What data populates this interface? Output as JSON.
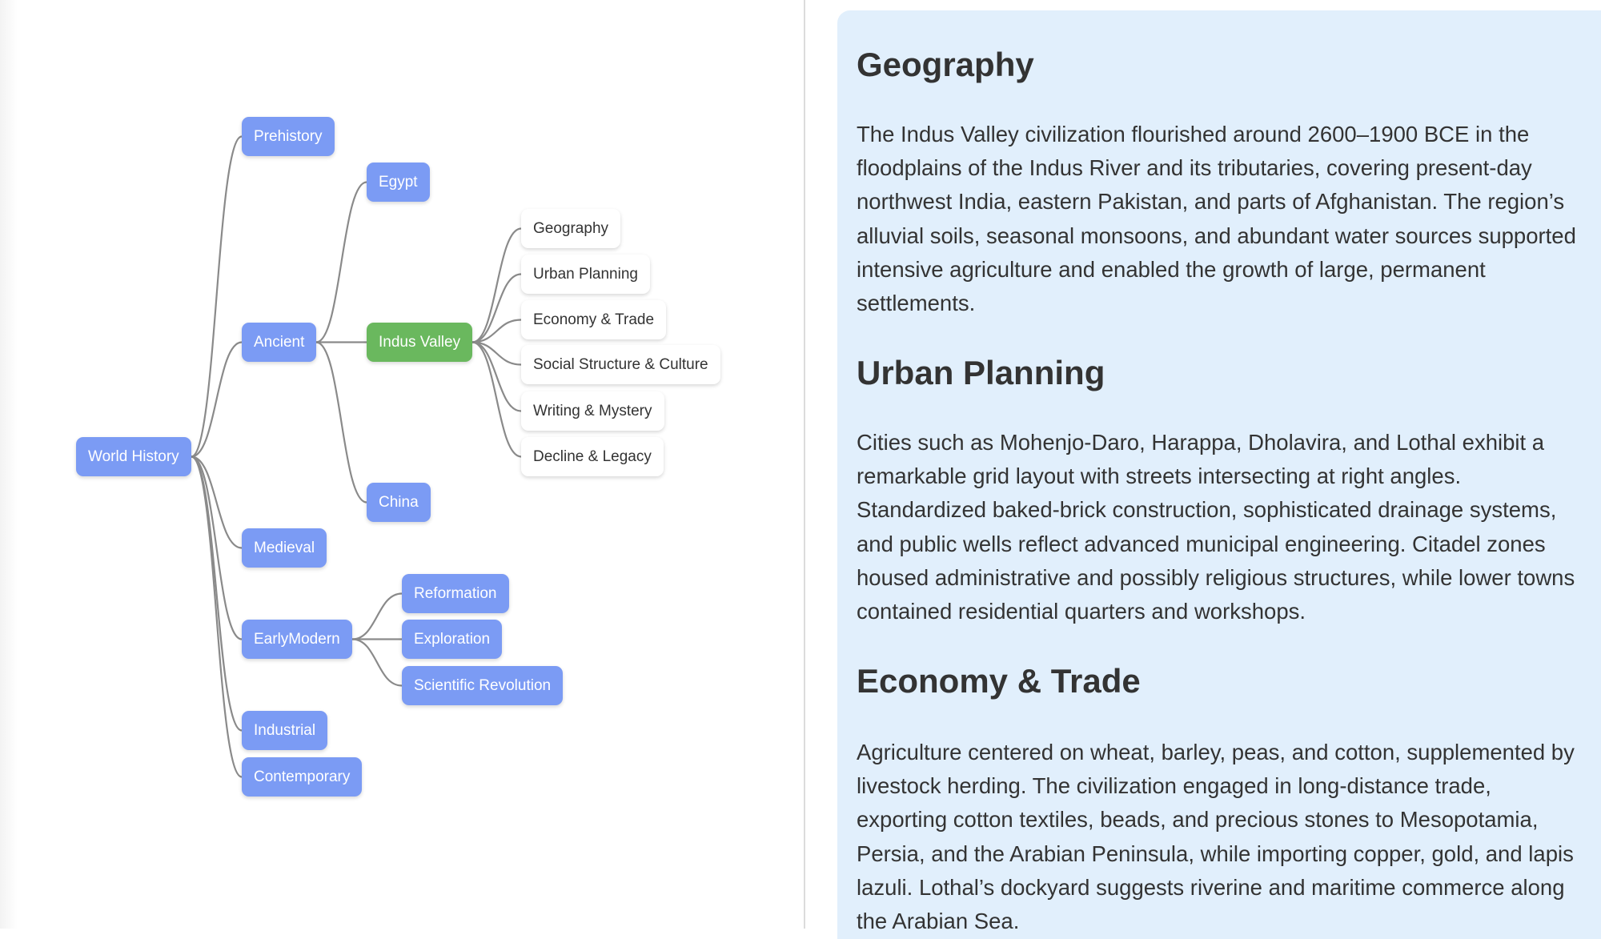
{
  "mindmap": {
    "nodes": [
      {
        "id": "world-history",
        "label": "World History",
        "parent": null,
        "style": "blue"
      },
      {
        "id": "prehistory",
        "label": "Prehistory",
        "parent": "world-history",
        "style": "blue"
      },
      {
        "id": "ancient",
        "label": "Ancient",
        "parent": "world-history",
        "style": "blue"
      },
      {
        "id": "medieval",
        "label": "Medieval",
        "parent": "world-history",
        "style": "blue"
      },
      {
        "id": "earlymodern",
        "label": "EarlyModern",
        "parent": "world-history",
        "style": "blue"
      },
      {
        "id": "industrial",
        "label": "Industrial",
        "parent": "world-history",
        "style": "blue"
      },
      {
        "id": "contemporary",
        "label": "Contemporary",
        "parent": "world-history",
        "style": "blue"
      },
      {
        "id": "egypt",
        "label": "Egypt",
        "parent": "ancient",
        "style": "blue"
      },
      {
        "id": "indus-valley",
        "label": "Indus Valley",
        "parent": "ancient",
        "style": "green"
      },
      {
        "id": "china",
        "label": "China",
        "parent": "ancient",
        "style": "blue"
      },
      {
        "id": "geography",
        "label": "Geography",
        "parent": "indus-valley",
        "style": "white"
      },
      {
        "id": "urban-planning",
        "label": "Urban Planning",
        "parent": "indus-valley",
        "style": "white"
      },
      {
        "id": "economy-trade",
        "label": "Economy & Trade",
        "parent": "indus-valley",
        "style": "white"
      },
      {
        "id": "social-structure",
        "label": "Social Structure & Culture",
        "parent": "indus-valley",
        "style": "white"
      },
      {
        "id": "writing-mystery",
        "label": "Writing & Mystery",
        "parent": "indus-valley",
        "style": "white"
      },
      {
        "id": "decline-legacy",
        "label": "Decline & Legacy",
        "parent": "indus-valley",
        "style": "white"
      },
      {
        "id": "reformation",
        "label": "Reformation",
        "parent": "earlymodern",
        "style": "blue"
      },
      {
        "id": "exploration",
        "label": "Exploration",
        "parent": "earlymodern",
        "style": "blue"
      },
      {
        "id": "scientific-revolution",
        "label": "Scientific Revolution",
        "parent": "earlymodern",
        "style": "blue"
      }
    ],
    "selected": "indus-valley",
    "colors": {
      "branch": "#7b9bf4",
      "selected": "#6ab85e",
      "leaf": "#ffffff",
      "edge": "#8a8a8a"
    }
  },
  "panel": {
    "background": "#e1effc",
    "sections": [
      {
        "heading": "Geography",
        "body": "The Indus Valley civilization flourished around 2600–1900 BCE in the floodplains of the Indus River and its tributaries, covering present-day northwest India, eastern Pakistan, and parts of Afghanistan. The region’s alluvial soils, seasonal monsoons, and abundant water sources supported intensive agriculture and enabled the growth of large, permanent settlements."
      },
      {
        "heading": "Urban Planning",
        "body": "Cities such as Mohenjo-Daro, Harappa, Dholavira, and Lothal exhibit a remarkable grid layout with streets intersecting at right angles. Standardized baked-brick construction, sophisticated drainage systems, and public wells reflect advanced municipal engineering. Citadel zones housed administrative and possibly religious structures, while lower towns contained residential quarters and workshops."
      },
      {
        "heading": "Economy & Trade",
        "body": "Agriculture centered on wheat, barley, peas, and cotton, supplemented by livestock herding. The civilization engaged in long-distance trade, exporting cotton textiles, beads, and precious stones to Mesopotamia, Persia, and the Arabian Peninsula, while importing copper, gold, and lapis lazuli. Lothal’s dockyard suggests riverine and maritime commerce along the Arabian Sea."
      }
    ]
  }
}
